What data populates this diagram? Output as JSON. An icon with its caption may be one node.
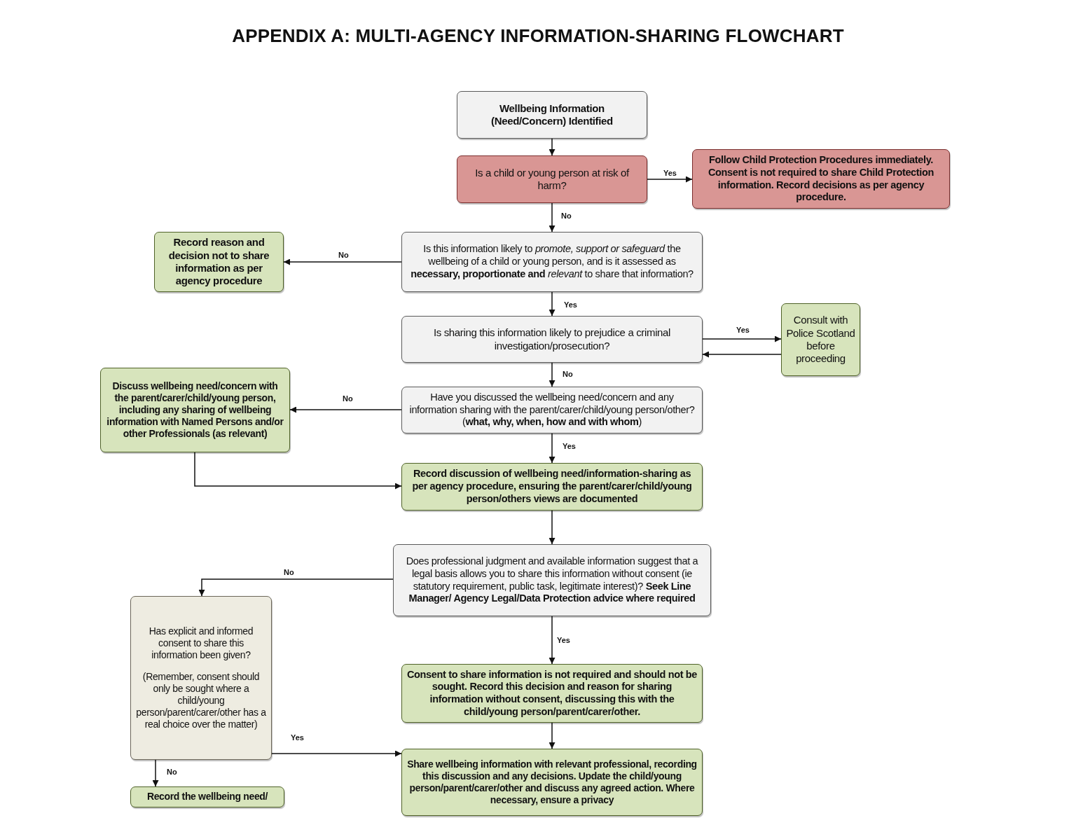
{
  "diagram": {
    "title": "APPENDIX A: MULTI-AGENCY INFORMATION-SHARING FLOWCHART",
    "nodes": [
      {
        "text": [
          "Wellbeing Information (Need/Concern) Identified"
        ]
      },
      {
        "text": [
          "Is a child or young person at risk of harm?"
        ]
      },
      {
        "text": [
          "Follow Child Protection Procedures immediately. Consent is not required to share Child Protection information. Record decisions as per agency procedure."
        ]
      },
      {
        "text": [
          "Is this information likely to *promote, support or safeguard* the wellbeing of a child or young person, and is it assessed as **necessary, proportionate and** *relevant* to share that information?"
        ]
      },
      {
        "text": [
          "Record reason and decision not to share information as per agency procedure"
        ]
      },
      {
        "text": [
          "Is sharing this information likely to prejudice a criminal investigation/prosecution?"
        ]
      },
      {
        "text": [
          "Consult with Police Scotland before proceeding"
        ]
      },
      {
        "text": [
          "Have you discussed the wellbeing need/concern and any information sharing with the parent/carer/child/young person/other? (**what, why, when, how and with whom**)"
        ]
      },
      {
        "text": [
          "Discuss wellbeing need/concern with the parent/carer/child/young person, including any sharing of wellbeing information with Named Persons and/or other Professionals (as relevant)"
        ]
      },
      {
        "text": [
          "Record discussion of wellbeing need/information-sharing as per agency procedure, ensuring the parent/carer/child/young person/others views are documented"
        ]
      },
      {
        "text": [
          "Does professional judgment and available information suggest that a legal basis allows you to share this information without consent (ie statutory requirement, public task, legitimate interest)? **Seek Line Manager/ Agency Legal/Data Protection advice where required**"
        ]
      },
      {
        "text": [
          "Has explicit and informed consent to share this information been given?",
          "(Remember, consent should only be sought where a child/young person/parent/carer/other has a real choice over the matter)"
        ]
      },
      {
        "text": [
          "Consent to share information is not required and should not be sought. Record this decision and reason for sharing information without consent, discussing this with the child/young person/parent/carer/other."
        ]
      },
      {
        "text": [
          "Share wellbeing information with relevant professional, recording this discussion and any decisions. Update the child/young person/parent/carer/other and discuss any agreed action. Where necessary, ensure a privacy"
        ]
      },
      {
        "text": [
          "Record the wellbeing need/"
        ]
      }
    ],
    "edges": [
      {
        "from": 0,
        "to": 1,
        "arrow": "to"
      },
      {
        "from": 1,
        "to": 2,
        "arrow": "to",
        "label": "Yes"
      },
      {
        "from": 1,
        "to": 3,
        "arrow": "to",
        "label": "No"
      },
      {
        "from": 3,
        "to": 4,
        "arrow": "to",
        "label": "No"
      },
      {
        "from": 3,
        "to": 5,
        "arrow": "to",
        "label": "Yes"
      },
      {
        "from": 5,
        "to": 6,
        "arrow": "to",
        "label": "Yes"
      },
      {
        "from": 6,
        "to": 5,
        "arrow": "to"
      },
      {
        "from": 5,
        "to": 7,
        "arrow": "to",
        "label": "No"
      },
      {
        "from": 7,
        "to": 8,
        "arrow": "to",
        "label": "No"
      },
      {
        "from": 7,
        "to": 9,
        "arrow": "to",
        "label": "Yes"
      },
      {
        "from": 8,
        "to": 9,
        "arrow": "to"
      },
      {
        "from": 9,
        "to": 10,
        "arrow": "to"
      },
      {
        "from": 10,
        "to": 11,
        "arrow": "to",
        "label": "No"
      },
      {
        "from": 10,
        "to": 12,
        "arrow": "to",
        "label": "Yes"
      },
      {
        "from": 12,
        "to": 13,
        "arrow": "to"
      },
      {
        "from": 11,
        "to": 13,
        "arrow": "to",
        "label": "Yes"
      },
      {
        "from": 11,
        "to": 14,
        "arrow": "to",
        "label": "No"
      }
    ]
  }
}
